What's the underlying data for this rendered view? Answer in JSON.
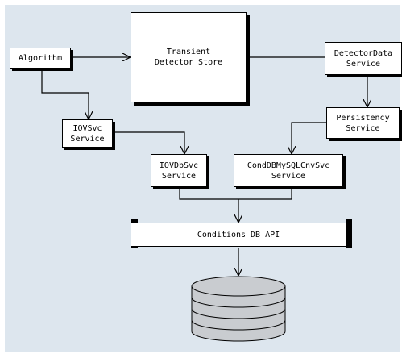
{
  "diagram": {
    "nodes": {
      "algorithm": {
        "label": "Algorithm"
      },
      "store": {
        "line1": "Transient",
        "line2": "Detector Store"
      },
      "detector_data": {
        "line1": "DetectorData",
        "line2": "Service"
      },
      "persistency": {
        "line1": "Persistency",
        "line2": "Service"
      },
      "iovsvc": {
        "line1": "IOVSvc",
        "line2": "Service"
      },
      "iovdbsvc": {
        "line1": "IOVDbSvc",
        "line2": "Service"
      },
      "conddb": {
        "line1": "CondDBMySQLCnvSvc",
        "line2": "Service"
      },
      "api": {
        "label": "Conditions DB API"
      }
    },
    "colors": {
      "background": "#dde6ee",
      "box": "#ffffff",
      "line": "#000000",
      "database_fill": "#c9ccd0"
    }
  }
}
